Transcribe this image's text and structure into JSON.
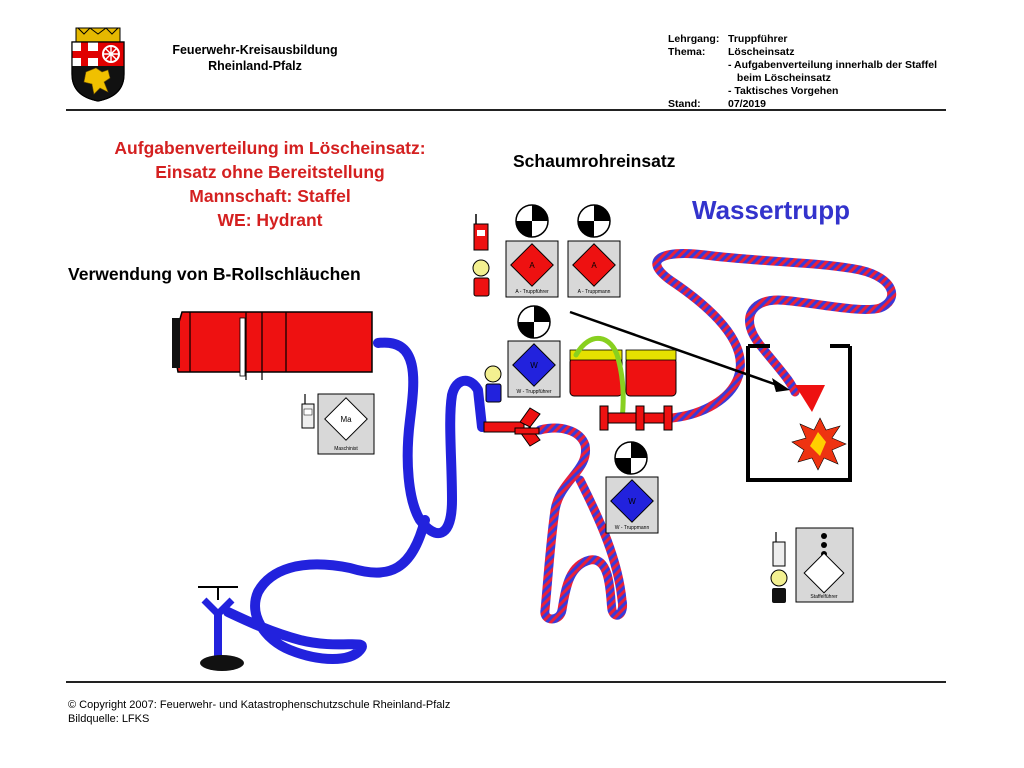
{
  "header": {
    "org_line1": "Feuerwehr-Kreisausbildung",
    "org_line2": "Rheinland-Pfalz",
    "meta": [
      {
        "key": "Lehrgang:",
        "value": "Truppführer"
      },
      {
        "key": "Thema:",
        "value": "Löscheinsatz"
      },
      {
        "key": "",
        "value": "- Aufgabenverteilung innerhalb der Staffel"
      },
      {
        "key": "",
        "value": "  beim Löscheinsatz"
      },
      {
        "key": "",
        "value": "- Taktisches Vorgehen"
      },
      {
        "key": "Stand:",
        "value": "07/2019"
      }
    ]
  },
  "title": {
    "line1": "Aufgabenverteilung im Löscheinsatz:",
    "line2": "Einsatz ohne Bereitstellung",
    "line3": "Mannschaft: Staffel",
    "line4": "WE: Hydrant"
  },
  "subtitle": "Verwendung von B-Rollschläuchen",
  "schaum_label": "Schaumrohreinsatz",
  "wassertrupp_label": "Wassertrupp",
  "cards": {
    "a_truppfuehrer": {
      "letter": "A",
      "label": "A - Truppführer"
    },
    "a_truppmann": {
      "letter": "A",
      "label": "A - Truppmann"
    },
    "w_truppfuehrer": {
      "letter": "W",
      "label": "W - Truppführer"
    },
    "w_truppmann": {
      "letter": "W",
      "label": "W - Truppmann"
    },
    "maschinist": {
      "letter": "Ma",
      "label": "Maschinist"
    },
    "staffelfuehrer": {
      "letter": "",
      "label": "Staffelführer"
    }
  },
  "colors": {
    "red": "#ee1111",
    "blue": "#2222dd",
    "title_red": "#d42020",
    "wassertrupp_blue": "#3333cc",
    "card_gray": "#d8d8d8"
  },
  "footer": {
    "line1": "© Copyright 2007: Feuerwehr- und Katastrophenschutzschule Rheinland-Pfalz",
    "line2": "Bildquelle: LFKS"
  }
}
